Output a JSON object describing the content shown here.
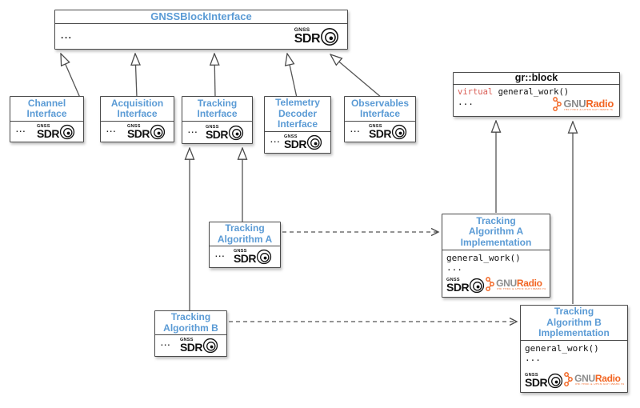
{
  "colors": {
    "accent_blue": "#5b9bd5",
    "code_keyword_red": "#d95c54",
    "gnuradio_orange": "#f26522",
    "box_border": "#4a4a4a"
  },
  "logos": {
    "gnss_sdr": {
      "small": "GNSS",
      "big": "SDR"
    },
    "gnuradio": {
      "gnu": "GNU",
      "radio": "Radio",
      "tagline": "THE FREE & OPEN SOFTWARE RADIO ECOSYSTEM"
    }
  },
  "boxes": {
    "top": {
      "title": "GNSSBlockInterface",
      "body": "..."
    },
    "channel": {
      "lines": [
        "Channel",
        "Interface"
      ],
      "body": "..."
    },
    "acquisition": {
      "lines": [
        "Acquisition",
        "Interface"
      ],
      "body": "..."
    },
    "tracking": {
      "lines": [
        "Tracking",
        "Interface"
      ],
      "body": "..."
    },
    "telemetry": {
      "lines": [
        "Telemetry",
        "Decoder",
        "Interface"
      ],
      "body": "..."
    },
    "observables": {
      "lines": [
        "Observables",
        "Interface"
      ],
      "body": "..."
    },
    "grblock": {
      "title": "gr::block",
      "keyword": "virtual",
      "code": " general_work()",
      "body": "..."
    },
    "algo_a": {
      "lines": [
        "Tracking",
        "Algorithm A"
      ],
      "body": "..."
    },
    "algo_b": {
      "lines": [
        "Tracking",
        "Algorithm B"
      ],
      "body": "..."
    },
    "impl_a": {
      "lines": [
        "Tracking",
        "Algorithm A",
        "Implementation"
      ],
      "code": "general_work()",
      "body": "..."
    },
    "impl_b": {
      "lines": [
        "Tracking",
        "Algorithm B",
        "Implementation"
      ],
      "code": "general_work()",
      "body": "..."
    }
  }
}
